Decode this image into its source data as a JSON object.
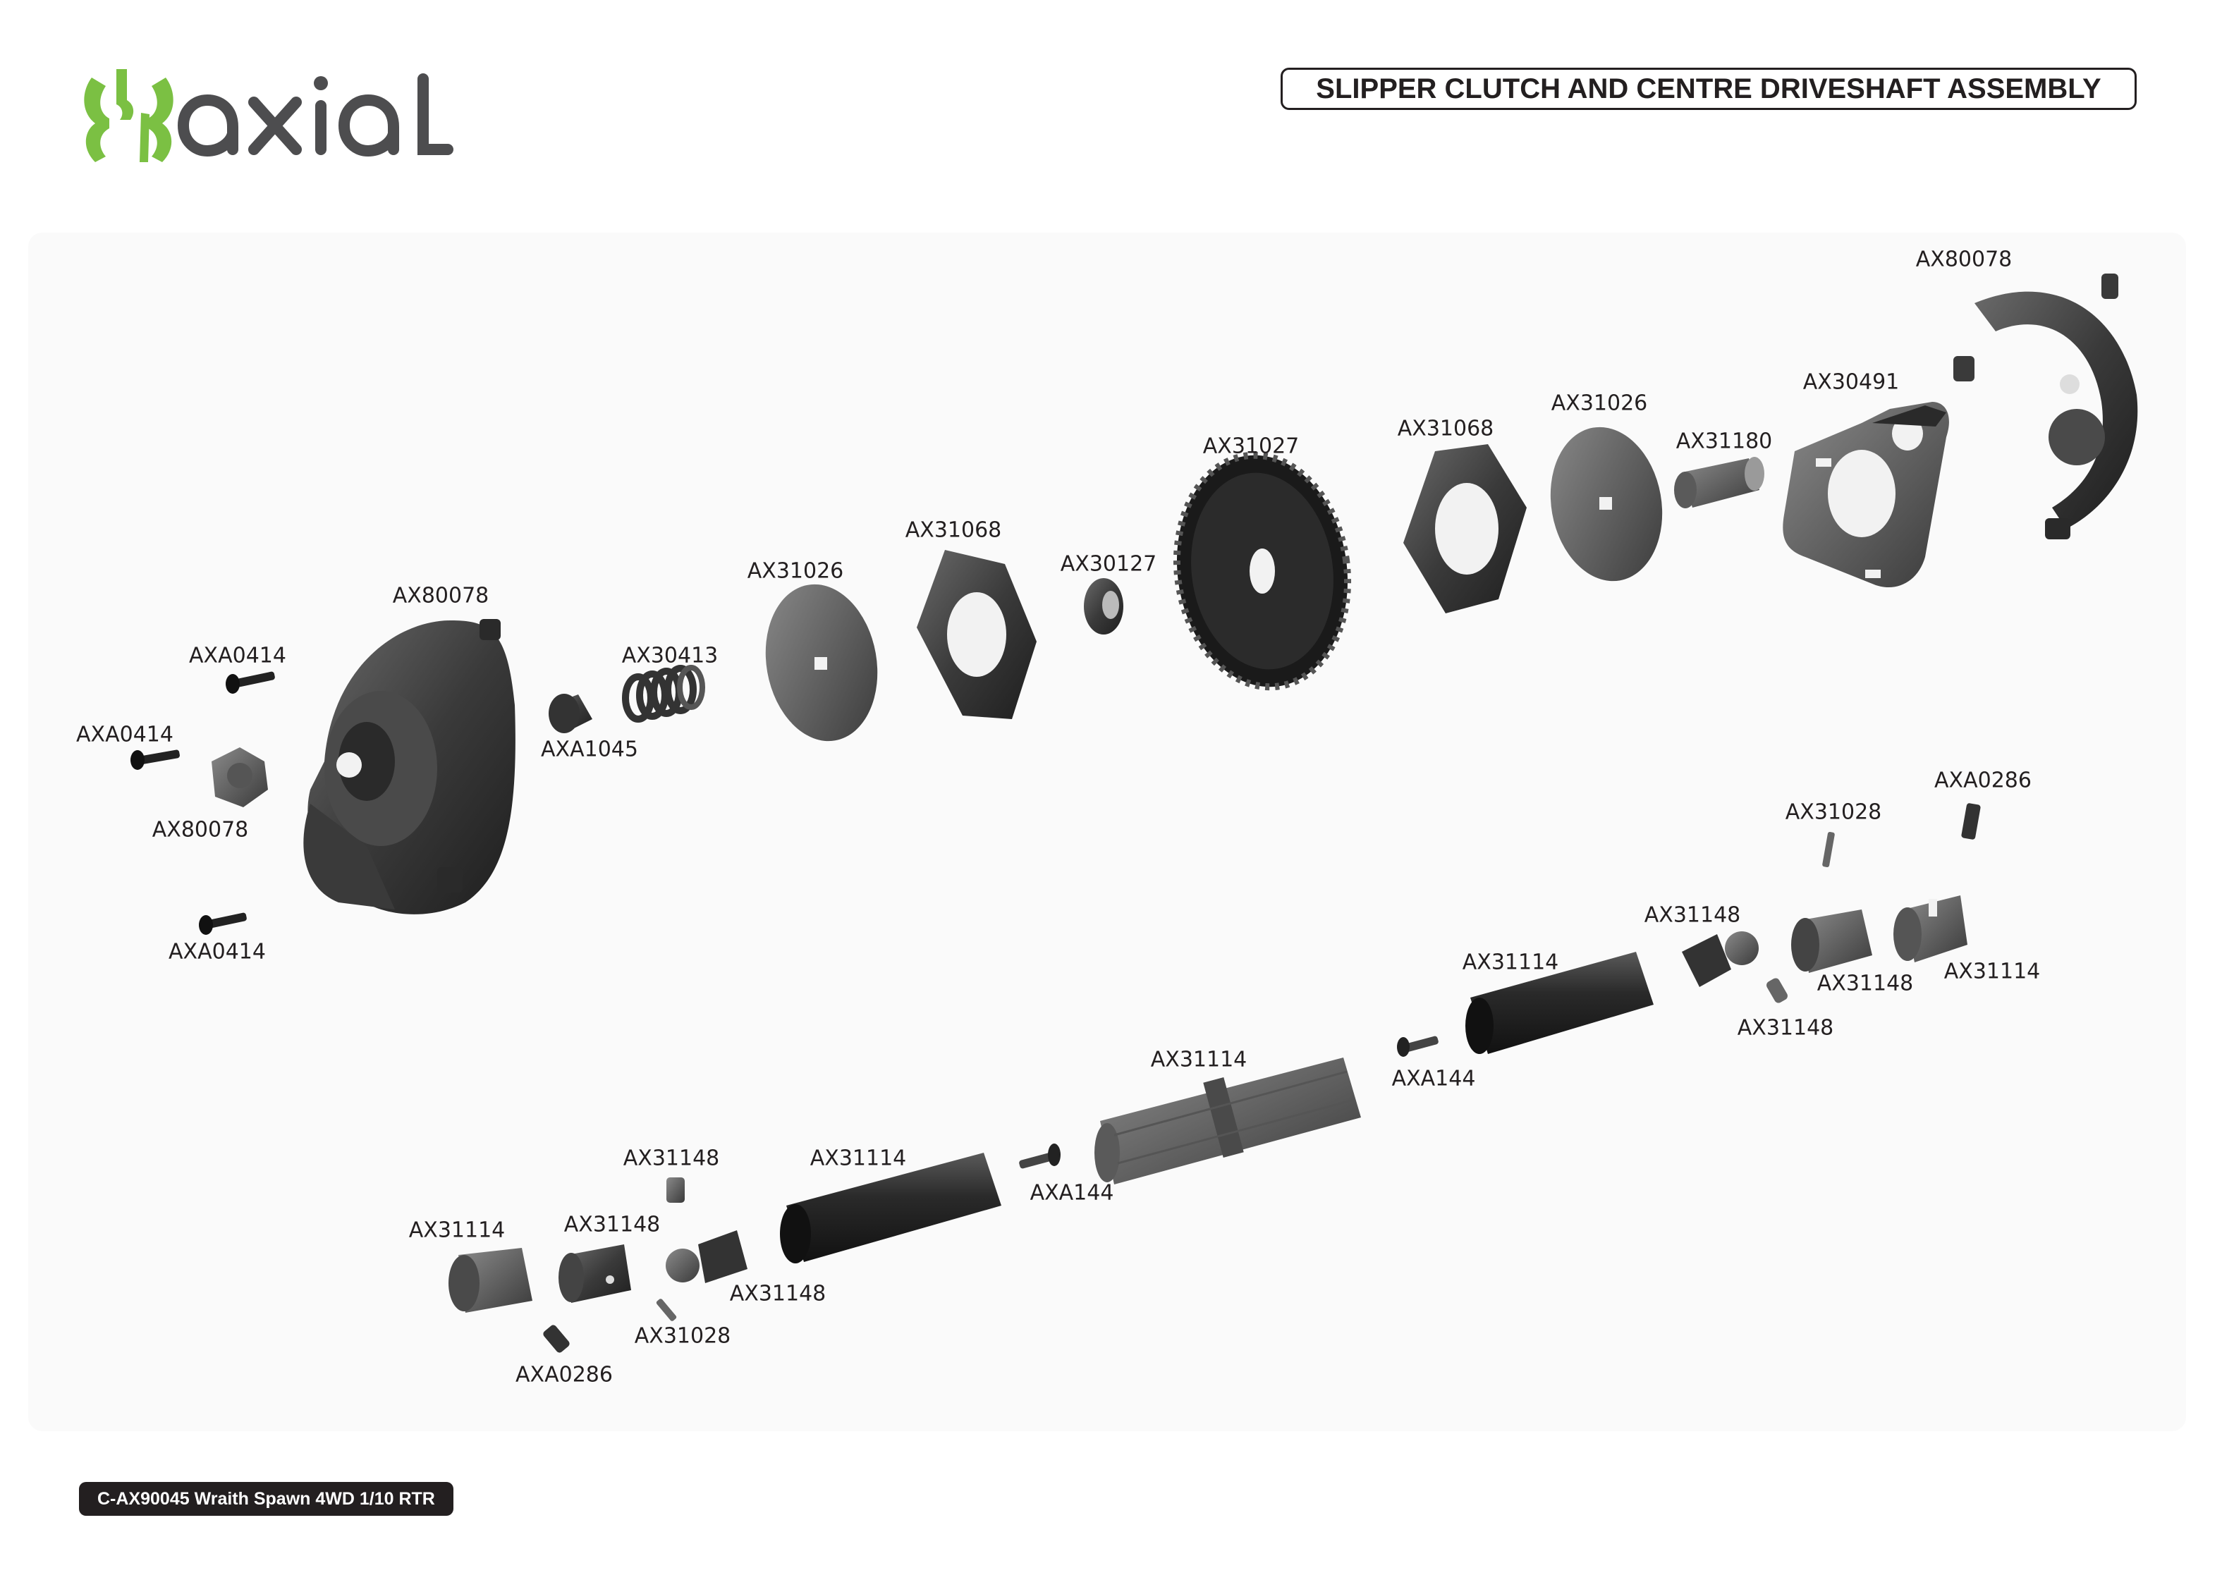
{
  "brand": {
    "name": "axial",
    "logo_color": "#7bc043",
    "text_color": "#4d4d4f"
  },
  "title": "SLIPPER CLUTCH AND CENTRE DRIVESHAFT ASSEMBLY",
  "footer": "C-AX90045 Wraith Spawn 4WD 1/10 RTR",
  "part_labels": {
    "ax80078_cover": "AX80078",
    "ax30491_mount": "AX30491",
    "ax31026_right": "AX31026",
    "ax31180": "AX31180",
    "ax31068_right": "AX31068",
    "ax31027_gear": "AX31027",
    "ax31068_left": "AX31068",
    "ax30127": "AX30127",
    "ax31026_left": "AX31026",
    "ax80078_case": "AX80078",
    "axa0414_top": "AXA0414",
    "ax30413_spring": "AX30413",
    "axa0414_mid": "AXA0414",
    "axa1045": "AXA1045",
    "ax80078_nut": "AX80078",
    "axa0414_bot": "AXA0414",
    "axa0286_right": "AXA0286",
    "ax31028_right": "AX31028",
    "ax31148_r1": "AX31148",
    "ax31114_r_cup": "AX31114",
    "ax31148_r2": "AX31148",
    "ax31148_r3": "AX31148",
    "ax31114_r_tube": "AX31114",
    "axa144_right": "AXA144",
    "ax31114_center": "AX31114",
    "axa144_left": "AXA144",
    "ax31114_l_tube": "AX31114",
    "ax31148_l1": "AX31148",
    "ax31114_l_cup": "AX31114",
    "ax31148_l2": "AX31148",
    "ax31148_l3": "AX31148",
    "ax31028_left": "AX31028",
    "axa0286_left": "AXA0286"
  }
}
